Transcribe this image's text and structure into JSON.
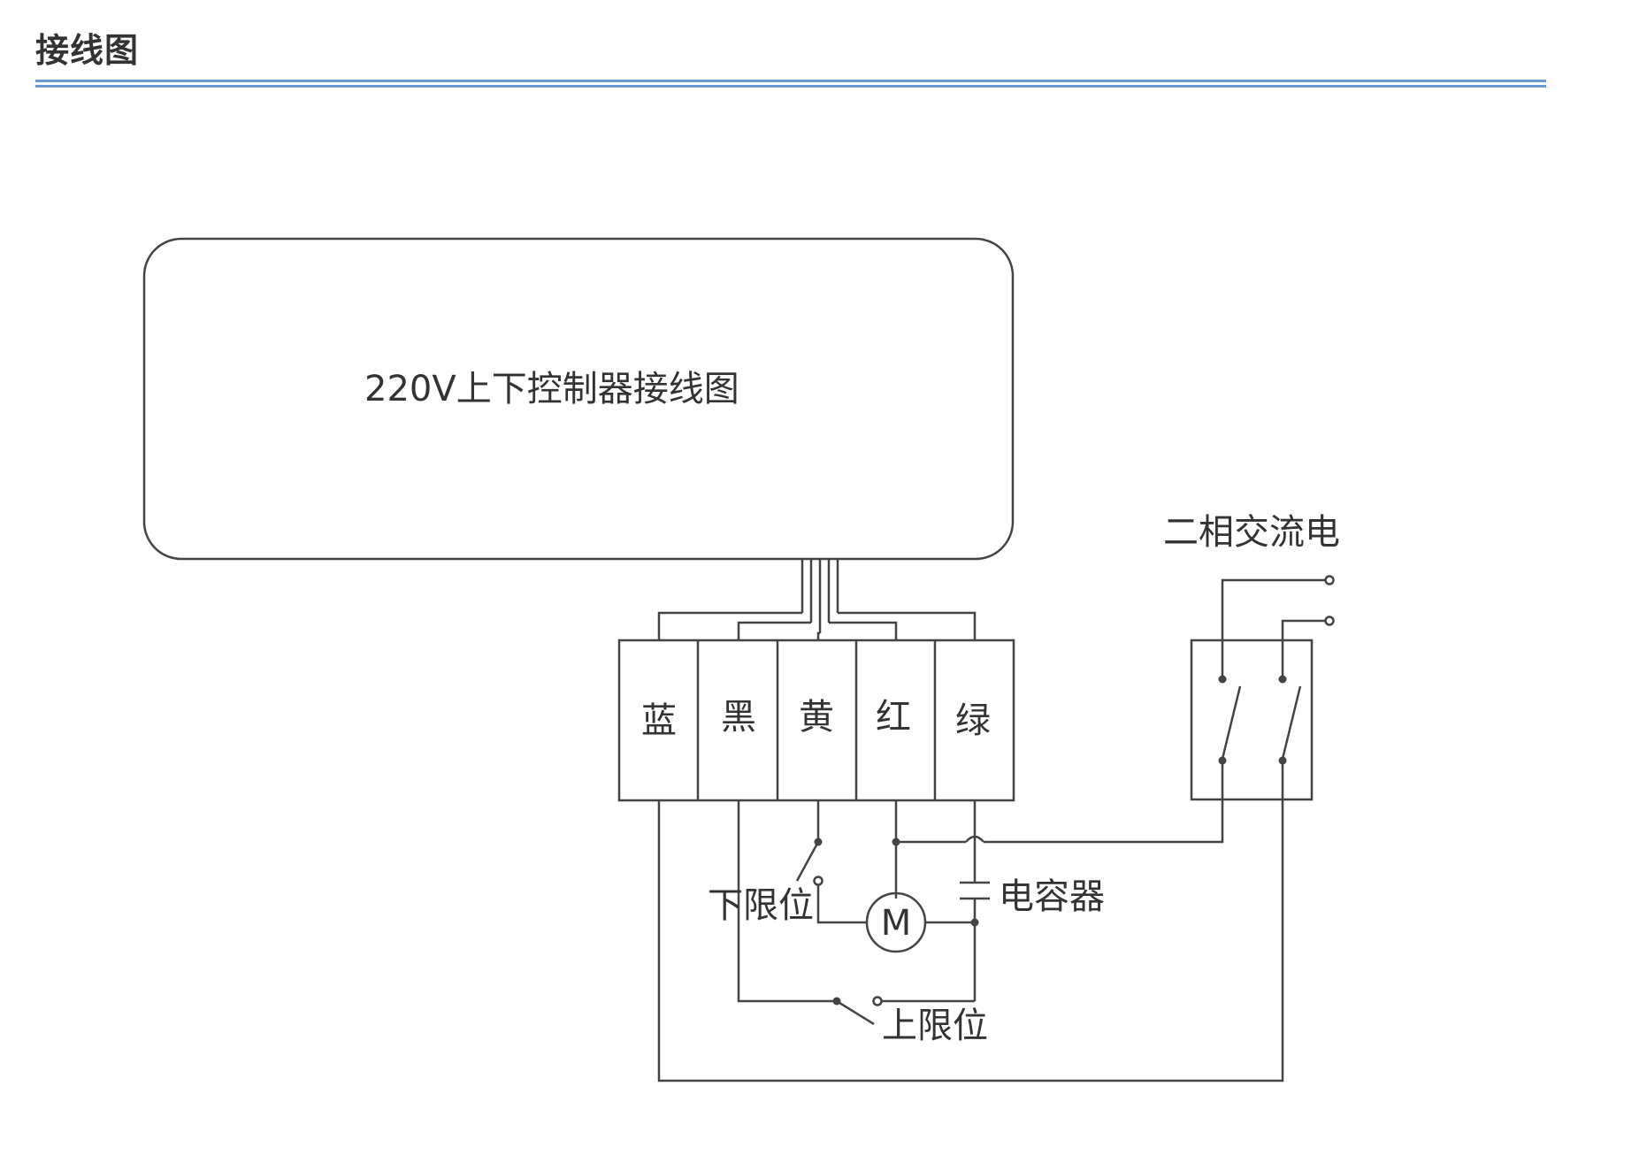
{
  "header": {
    "title": "接线图"
  },
  "colors": {
    "accent_rule": "#6b9bd6",
    "line": "#444444",
    "text": "#333333"
  },
  "controller": {
    "label": "220V上下控制器接线图"
  },
  "terminals": [
    "蓝",
    "黑",
    "黄",
    "红",
    "绿"
  ],
  "labels": {
    "power": "二相交流电",
    "lower_limit": "下限位",
    "upper_limit": "上限位",
    "capacitor": "电容器",
    "motor": "M"
  }
}
